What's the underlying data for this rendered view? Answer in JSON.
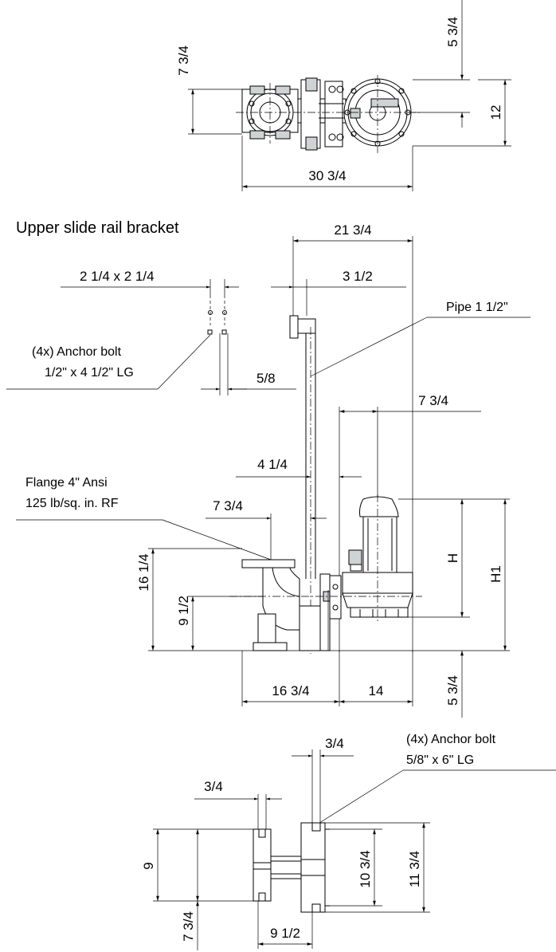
{
  "top_view": {
    "dim_height_left": "7 3/4",
    "dim_top_right": "5 3/4",
    "dim_right": "12",
    "dim_width": "30 3/4"
  },
  "side_view": {
    "title": "Upper slide rail bracket",
    "dim_overall_width": "21 3/4",
    "dim_bracket_square": "2 1/4 x 2 1/4",
    "dim_rail_offset": "3 1/2",
    "anchor_bolt_note": [
      "(4x) Anchor bolt",
      "1/2\" x 4 1/2\" LG"
    ],
    "dim_bolt_spacing": "5/8",
    "pipe_label": "Pipe 1 1/2\"",
    "dim_pump_offset": "7 3/4",
    "dim_pipe_gap": "4 1/4",
    "flange_note": [
      "Flange 4\" Ansi",
      "125 lb/sq. in. RF"
    ],
    "dim_flange_offset": "7 3/4",
    "dim_flange_height": "16 1/4",
    "dim_outlet_height": "9 1/2",
    "dim_h": "H",
    "dim_h1": "H1",
    "dim_base_left": "16 3/4",
    "dim_base_right": "14",
    "dim_below_base": "5 3/4"
  },
  "base_plan": {
    "dim_left_slot": "3/4",
    "dim_right_slot": "3/4",
    "anchor_bolt_note": [
      "(4x)  Anchor bolt",
      "5/8\" x 6\" LG"
    ],
    "dim_left_height": "9",
    "dim_inner_height": "10 3/4",
    "dim_outer_height": "11 3/4",
    "dim_bottom_left": "7 3/4",
    "dim_bottom_width": "9 1/2"
  }
}
